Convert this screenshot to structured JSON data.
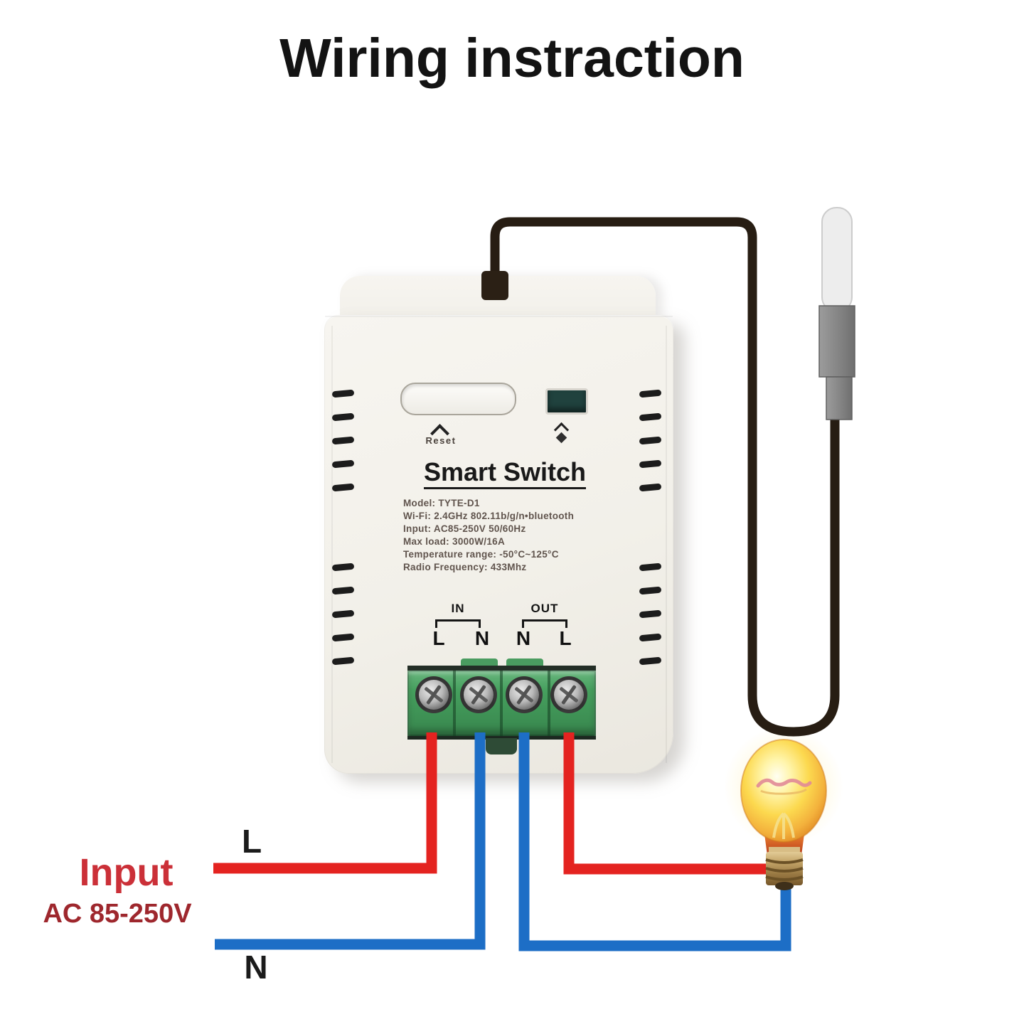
{
  "title": "Wiring instraction",
  "device": {
    "name": "Smart Switch",
    "reset_label": "Reset",
    "specs": [
      "Model: TYTE-D1",
      "Wi-Fi: 2.4GHz 802.11b/g/n•bluetooth",
      "Input: AC85-250V 50/60Hz",
      "Max load: 3000W/16A",
      "Temperature range: -50°C~125°C",
      "Radio Frequency: 433Mhz"
    ],
    "terminals": {
      "in_label": "IN",
      "out_label": "OUT",
      "pins": [
        "L",
        "N",
        "N",
        "L"
      ]
    }
  },
  "wiring": {
    "input_label": "Input",
    "input_voltage": "AC 85-250V",
    "line_label": "L",
    "neutral_label": "N"
  },
  "colors": {
    "live_wire": "#e42320",
    "neutral_wire": "#1d6ec6",
    "sensor_cable": "#271d13",
    "terminal_block_green": "#46a05e",
    "input_label_red": "#cb3038",
    "input_voltage_red": "#9e272d",
    "led_window": "#20423e",
    "bulb_yellow": "#f8d24a"
  }
}
